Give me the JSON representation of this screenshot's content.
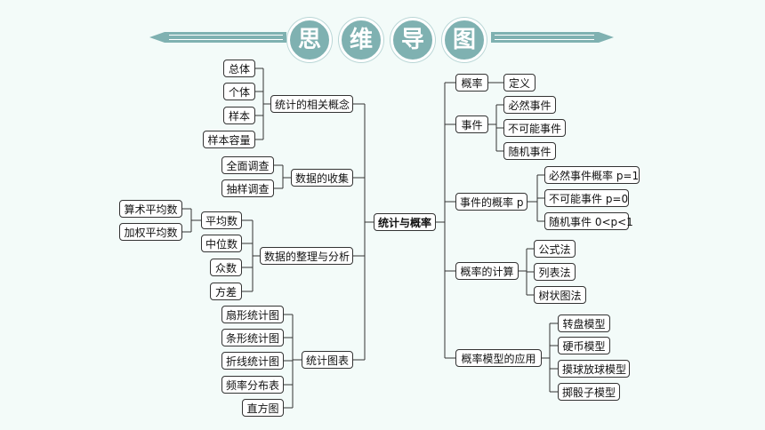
{
  "title": [
    "思",
    "维",
    "导",
    "图"
  ],
  "colors": {
    "banner": "#7fb1b1",
    "line": "#333333"
  },
  "nodes": {
    "root": "统计与概率",
    "l1": "统计的相关概念",
    "l1a": "总体",
    "l1b": "个体",
    "l1c": "样本",
    "l1d": "样本容量",
    "l2": "数据的收集",
    "l2a": "全面调查",
    "l2b": "抽样调查",
    "l3": "数据的整理与分析",
    "l3a": "平均数",
    "l3a1": "算术平均数",
    "l3a2": "加权平均数",
    "l3b": "中位数",
    "l3c": "众数",
    "l3d": "方差",
    "l4": "统计图表",
    "l4a": "扇形统计图",
    "l4b": "条形统计图",
    "l4c": "折线统计图",
    "l4d": "频率分布表",
    "l4e": "直方图",
    "r1": "概率",
    "r1a": "定义",
    "r2": "事件",
    "r2a": "必然事件",
    "r2b": "不可能事件",
    "r2c": "随机事件",
    "r3": "事件的概率 p",
    "r3a": "必然事件概率 p=1",
    "r3b": "不可能事件 p=0",
    "r3c": "随机事件 0<p<1",
    "r4": "概率的计算",
    "r4a": "公式法",
    "r4b": "列表法",
    "r4c": "树状图法",
    "r5": "概率模型的应用",
    "r5a": "转盘模型",
    "r5b": "硬币模型",
    "r5c": "摸球放球模型",
    "r5d": "掷骰子模型"
  }
}
